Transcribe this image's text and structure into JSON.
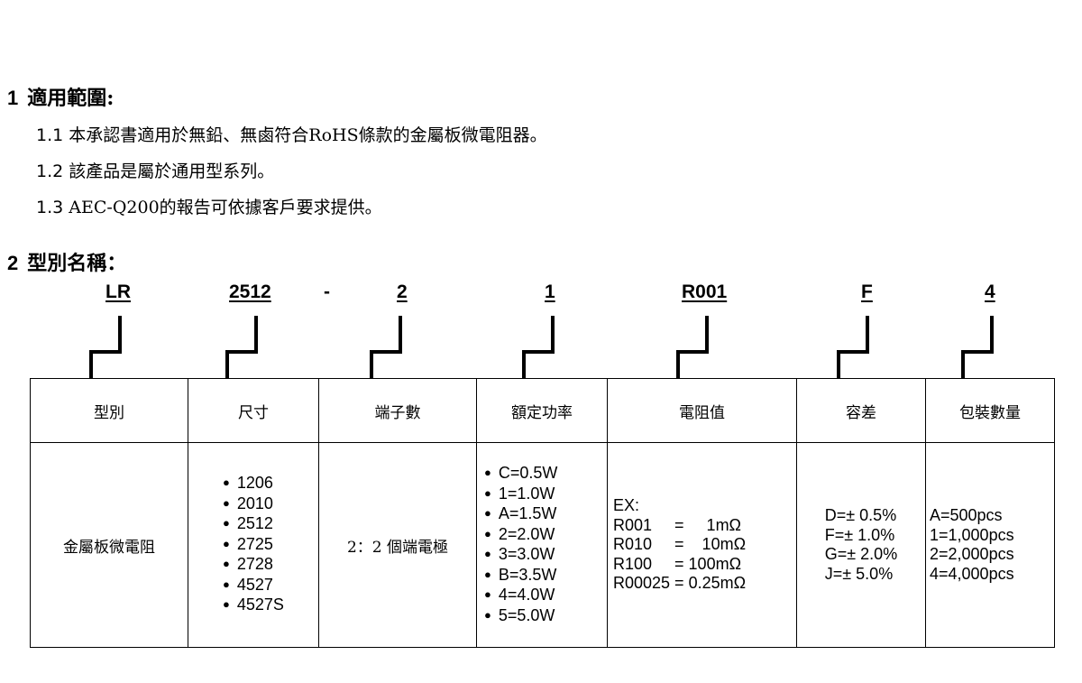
{
  "section1": {
    "number": "1",
    "title": "適用範圍:",
    "items": [
      {
        "num": "1.1",
        "text": "本承認書適用於無鉛、無鹵符合RoHS條款的金屬板微電阻器。"
      },
      {
        "num": "1.2",
        "text": "該產品是屬於通用型系列。"
      },
      {
        "num": "1.3",
        "text": "AEC-Q200的報告可依據客戶要求提供。"
      }
    ]
  },
  "section2": {
    "number": "2",
    "title": "型別名稱："
  },
  "part_code": {
    "segments": [
      "LR",
      "2512",
      "2",
      "1",
      "R001",
      "F",
      "4"
    ],
    "separator": "-"
  },
  "table": {
    "headers": [
      "型別",
      "尺寸",
      "端子數",
      "額定功率",
      "電阻值",
      "容差",
      "包裝數量"
    ],
    "type_value": "金屬板微電阻",
    "sizes": [
      "1206",
      "2010",
      "2512",
      "2725",
      "2728",
      "4527",
      "4527S"
    ],
    "terminals": "2：2 個端電極",
    "power": [
      "C=0.5W",
      "1=1.0W",
      "A=1.5W",
      "2=2.0W",
      "3=3.0W",
      "B=3.5W",
      "4=4.0W",
      "5=5.0W"
    ],
    "resistance": [
      "EX:",
      "R001     =     1mΩ",
      "R010     =    10mΩ",
      "R100     = 100mΩ",
      "R00025 = 0.25mΩ"
    ],
    "tolerance": [
      "D=± 0.5%",
      "F=± 1.0%",
      "G=± 2.0%",
      "J=± 5.0%"
    ],
    "packaging": [
      "A=500pcs",
      "1=1,000pcs",
      "2=2,000pcs",
      "4=4,000pcs"
    ]
  }
}
